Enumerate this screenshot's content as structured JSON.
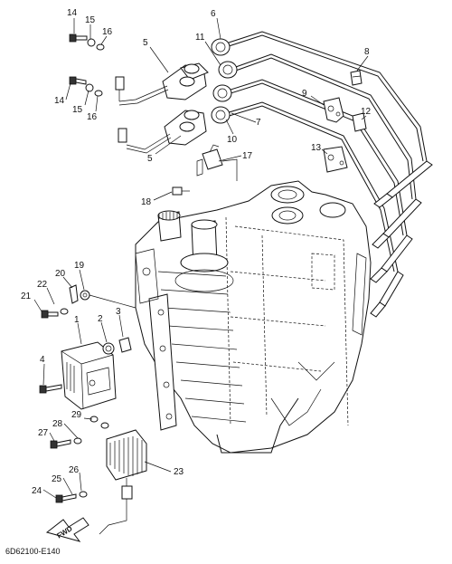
{
  "diagram": {
    "callouts": [
      {
        "id": "c1",
        "label": "1"
      },
      {
        "id": "c2",
        "label": "2"
      },
      {
        "id": "c3",
        "label": "3"
      },
      {
        "id": "c4",
        "label": "4"
      },
      {
        "id": "c5a",
        "label": "5"
      },
      {
        "id": "c5b",
        "label": "5"
      },
      {
        "id": "c6",
        "label": "6"
      },
      {
        "id": "c7",
        "label": "7"
      },
      {
        "id": "c8",
        "label": "8"
      },
      {
        "id": "c9",
        "label": "9"
      },
      {
        "id": "c10",
        "label": "10"
      },
      {
        "id": "c11",
        "label": "11"
      },
      {
        "id": "c12",
        "label": "12"
      },
      {
        "id": "c13",
        "label": "13"
      },
      {
        "id": "c14a",
        "label": "14"
      },
      {
        "id": "c14b",
        "label": "14"
      },
      {
        "id": "c15a",
        "label": "15"
      },
      {
        "id": "c15b",
        "label": "15"
      },
      {
        "id": "c16a",
        "label": "16"
      },
      {
        "id": "c16b",
        "label": "16"
      },
      {
        "id": "c17",
        "label": "17"
      },
      {
        "id": "c18",
        "label": "18"
      },
      {
        "id": "c19",
        "label": "19"
      },
      {
        "id": "c20",
        "label": "20"
      },
      {
        "id": "c21",
        "label": "21"
      },
      {
        "id": "c22",
        "label": "22"
      },
      {
        "id": "c23",
        "label": "23"
      },
      {
        "id": "c24",
        "label": "24"
      },
      {
        "id": "c25",
        "label": "25"
      },
      {
        "id": "c26",
        "label": "26"
      },
      {
        "id": "c27",
        "label": "27"
      },
      {
        "id": "c28",
        "label": "28"
      },
      {
        "id": "c29",
        "label": "29"
      }
    ],
    "direction_marker": "FWD",
    "document_id": "6D62100-E140"
  }
}
